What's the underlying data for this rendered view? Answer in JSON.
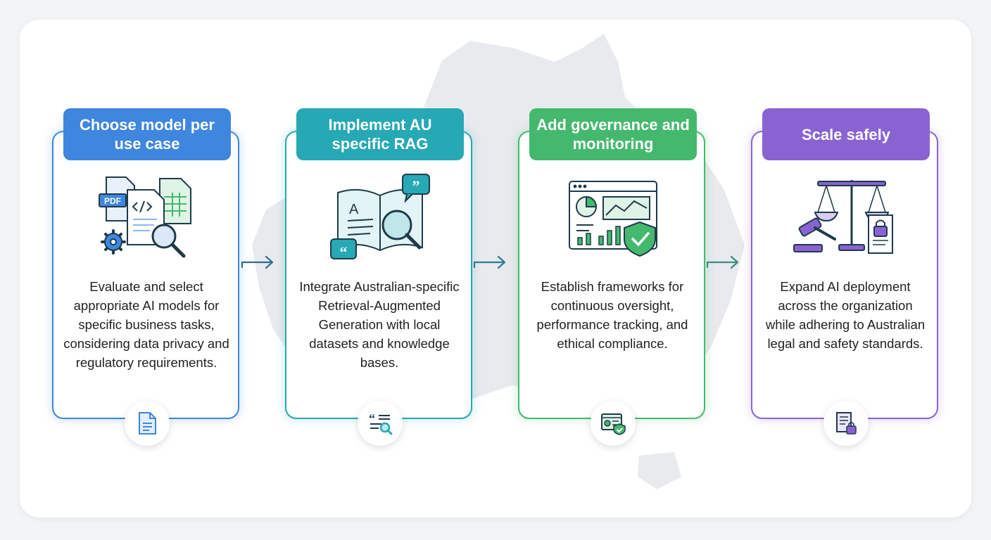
{
  "steps": [
    {
      "title": "Choose model per use case",
      "description": "Evaluate and select appropriate AI models for specific business tasks, considering data privacy and regulatory requirements.",
      "illustration_icon": "documents-magnifier-gear-icon",
      "badge_icon": "document-icon",
      "pdf_label": "PDF",
      "accent": "#3f86df"
    },
    {
      "title": "Implement AU specific RAG",
      "description": "Integrate Australian-specific Retrieval-Augmented Generation with local datasets and knowledge bases.",
      "illustration_icon": "open-book-search-quote-icon",
      "badge_icon": "quote-search-icon",
      "accent": "#27a8b5"
    },
    {
      "title": "Add governance and monitoring",
      "description": "Establish frameworks for continuous oversight, performance tracking, and ethical compliance.",
      "illustration_icon": "dashboard-shield-icon",
      "badge_icon": "dashboard-shield-icon",
      "accent": "#44b96e"
    },
    {
      "title": "Scale safely",
      "description": "Expand AI deployment across the organization while adhering to Australian legal and safety standards.",
      "illustration_icon": "scales-gavel-scroll-icon",
      "badge_icon": "scroll-lock-icon",
      "accent": "#8a63d2"
    }
  ],
  "background_icon": "australia-map-icon",
  "colors": {
    "map": "#e8eaee",
    "ink": "#1f3a4a"
  }
}
